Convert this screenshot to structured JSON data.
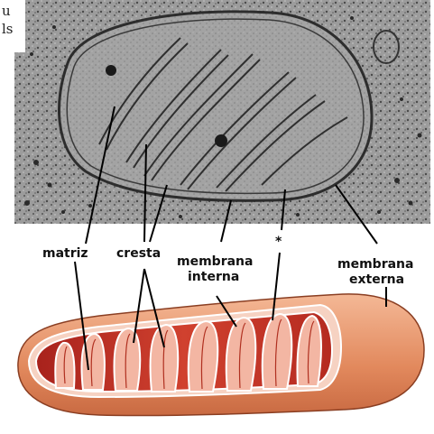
{
  "labels": {
    "matriz": "matriz",
    "cresta": "cresta",
    "membrana_interna_1": "membrana",
    "membrana_interna_2": "interna",
    "asterisk": "*",
    "membrana_externa_1": "membrana",
    "membrana_externa_2": "externa"
  },
  "cropped_text": {
    "line1": "u",
    "line2": "ls"
  },
  "colors": {
    "micrograph_base": "#9a9a9a",
    "label_text": "#111111",
    "outer_membrane": "#e59a6e",
    "inner_red": "#c8372a",
    "cristae_light": "#f2b8a8"
  }
}
